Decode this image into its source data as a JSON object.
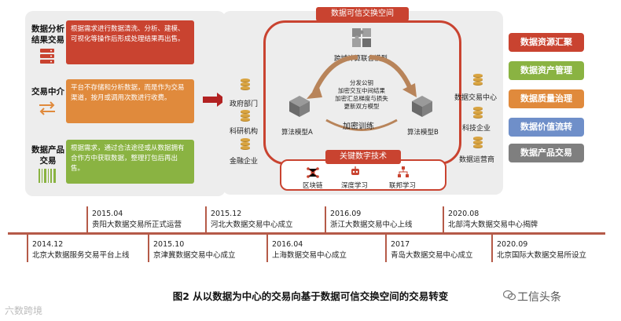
{
  "modes": [
    {
      "title": "数据分析\n结果交易",
      "desc": "根据需求进行数据清洗、分析、建模、可视化等操作后形成处理结果再出售。",
      "color": "#c94330"
    },
    {
      "title": "交易中介",
      "desc": "平台不存储和分析数据，而是作为交易渠道，按月或调用次数进行收费。",
      "color": "#e08a3c"
    },
    {
      "title": "数据产品\n交易",
      "desc": "根据需求，通过合法途径或从数据拥有合作方中获取数据，整理打包后再出售。",
      "color": "#8ab342"
    }
  ],
  "center": {
    "title": "数据可信交换空间",
    "hub_label": "跨域计算联合模型",
    "process_text": [
      "分发公钥",
      "加密交互中间结果",
      "加密汇总梯度与损失",
      "更新双方模型"
    ],
    "training_label": "加密训练",
    "model_a": "算法模型A",
    "model_b": "算法模型B",
    "left_entities": [
      "政府部门",
      "科研机构",
      "金融企业"
    ],
    "right_entities": [
      "数据交易中心",
      "科技企业",
      "数据运营商"
    ],
    "key_tech_title": "关键数字技术",
    "key_tech": [
      "区块链",
      "深度学习",
      "联邦学习"
    ]
  },
  "tags": [
    {
      "label": "数据资源汇聚",
      "color": "#c94330"
    },
    {
      "label": "数据资产管理",
      "color": "#8ab342"
    },
    {
      "label": "数据质量治理",
      "color": "#e08a3c"
    },
    {
      "label": "数据价值流转",
      "color": "#6f8fc9"
    },
    {
      "label": "数据产品交易",
      "color": "#7f7f7f"
    }
  ],
  "timeline_top": [
    {
      "year": "2015.04",
      "text": "贵阳大数据交易所正式运营"
    },
    {
      "year": "2015.12",
      "text": "河北大数据交易中心成立"
    },
    {
      "year": "2016.09",
      "text": "浙江大数据交易中心上线"
    },
    {
      "year": "2020.08",
      "text": "北部湾大数据交易中心揭牌"
    }
  ],
  "timeline_bottom": [
    {
      "year": "2014.12",
      "text": "北京大数据服务交易平台上线"
    },
    {
      "year": "2015.10",
      "text": "京津冀数据交易中心成立"
    },
    {
      "year": "2016.04",
      "text": "上海数据交易中心成立"
    },
    {
      "year": "2017",
      "text": "青岛大数据交易中心成立"
    },
    {
      "year": "2020.09",
      "text": "北京国际大数据交易所设立"
    }
  ],
  "caption": "图2  从以数据为中心的交易向基于数据可信交换空间的交易转变",
  "watermark_left": "六数跨境",
  "watermark_right": "工信头条",
  "icons": [
    "server-icon",
    "exchange-arrows-icon",
    "barcode-icon",
    "database-coins-icon",
    "cube-icon",
    "puzzle-icon",
    "blockchain-icon",
    "robot-icon",
    "network-icon",
    "wechat-icon"
  ]
}
